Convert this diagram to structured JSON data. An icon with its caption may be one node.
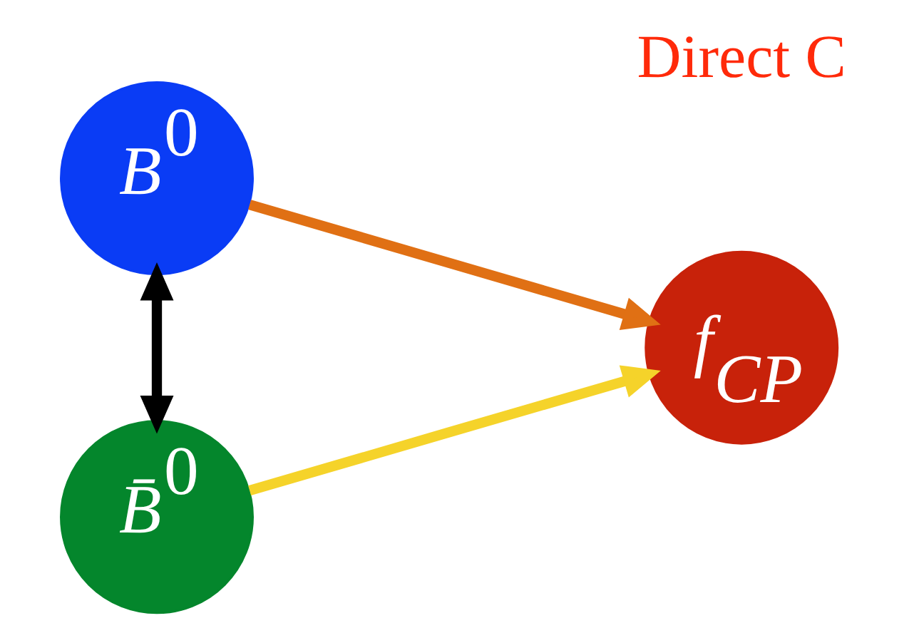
{
  "diagram": {
    "nodes": [
      {
        "text": [
          "*B*$^{0}$"
        ]
      },
      {
        "text": [
          "*B̄*$^{0}$"
        ]
      },
      {
        "text": [
          "*f*$_{CP}$"
        ]
      }
    ],
    "edges": [
      {
        "from": 0,
        "to": 1,
        "arrow": "both",
        "color": "#000000"
      },
      {
        "from": 0,
        "to": 2,
        "arrow": "to",
        "color": "#e07014"
      },
      {
        "from": 1,
        "to": 2,
        "arrow": "to",
        "color": "#f5d32a"
      }
    ],
    "labels": [
      "Direct C"
    ]
  }
}
